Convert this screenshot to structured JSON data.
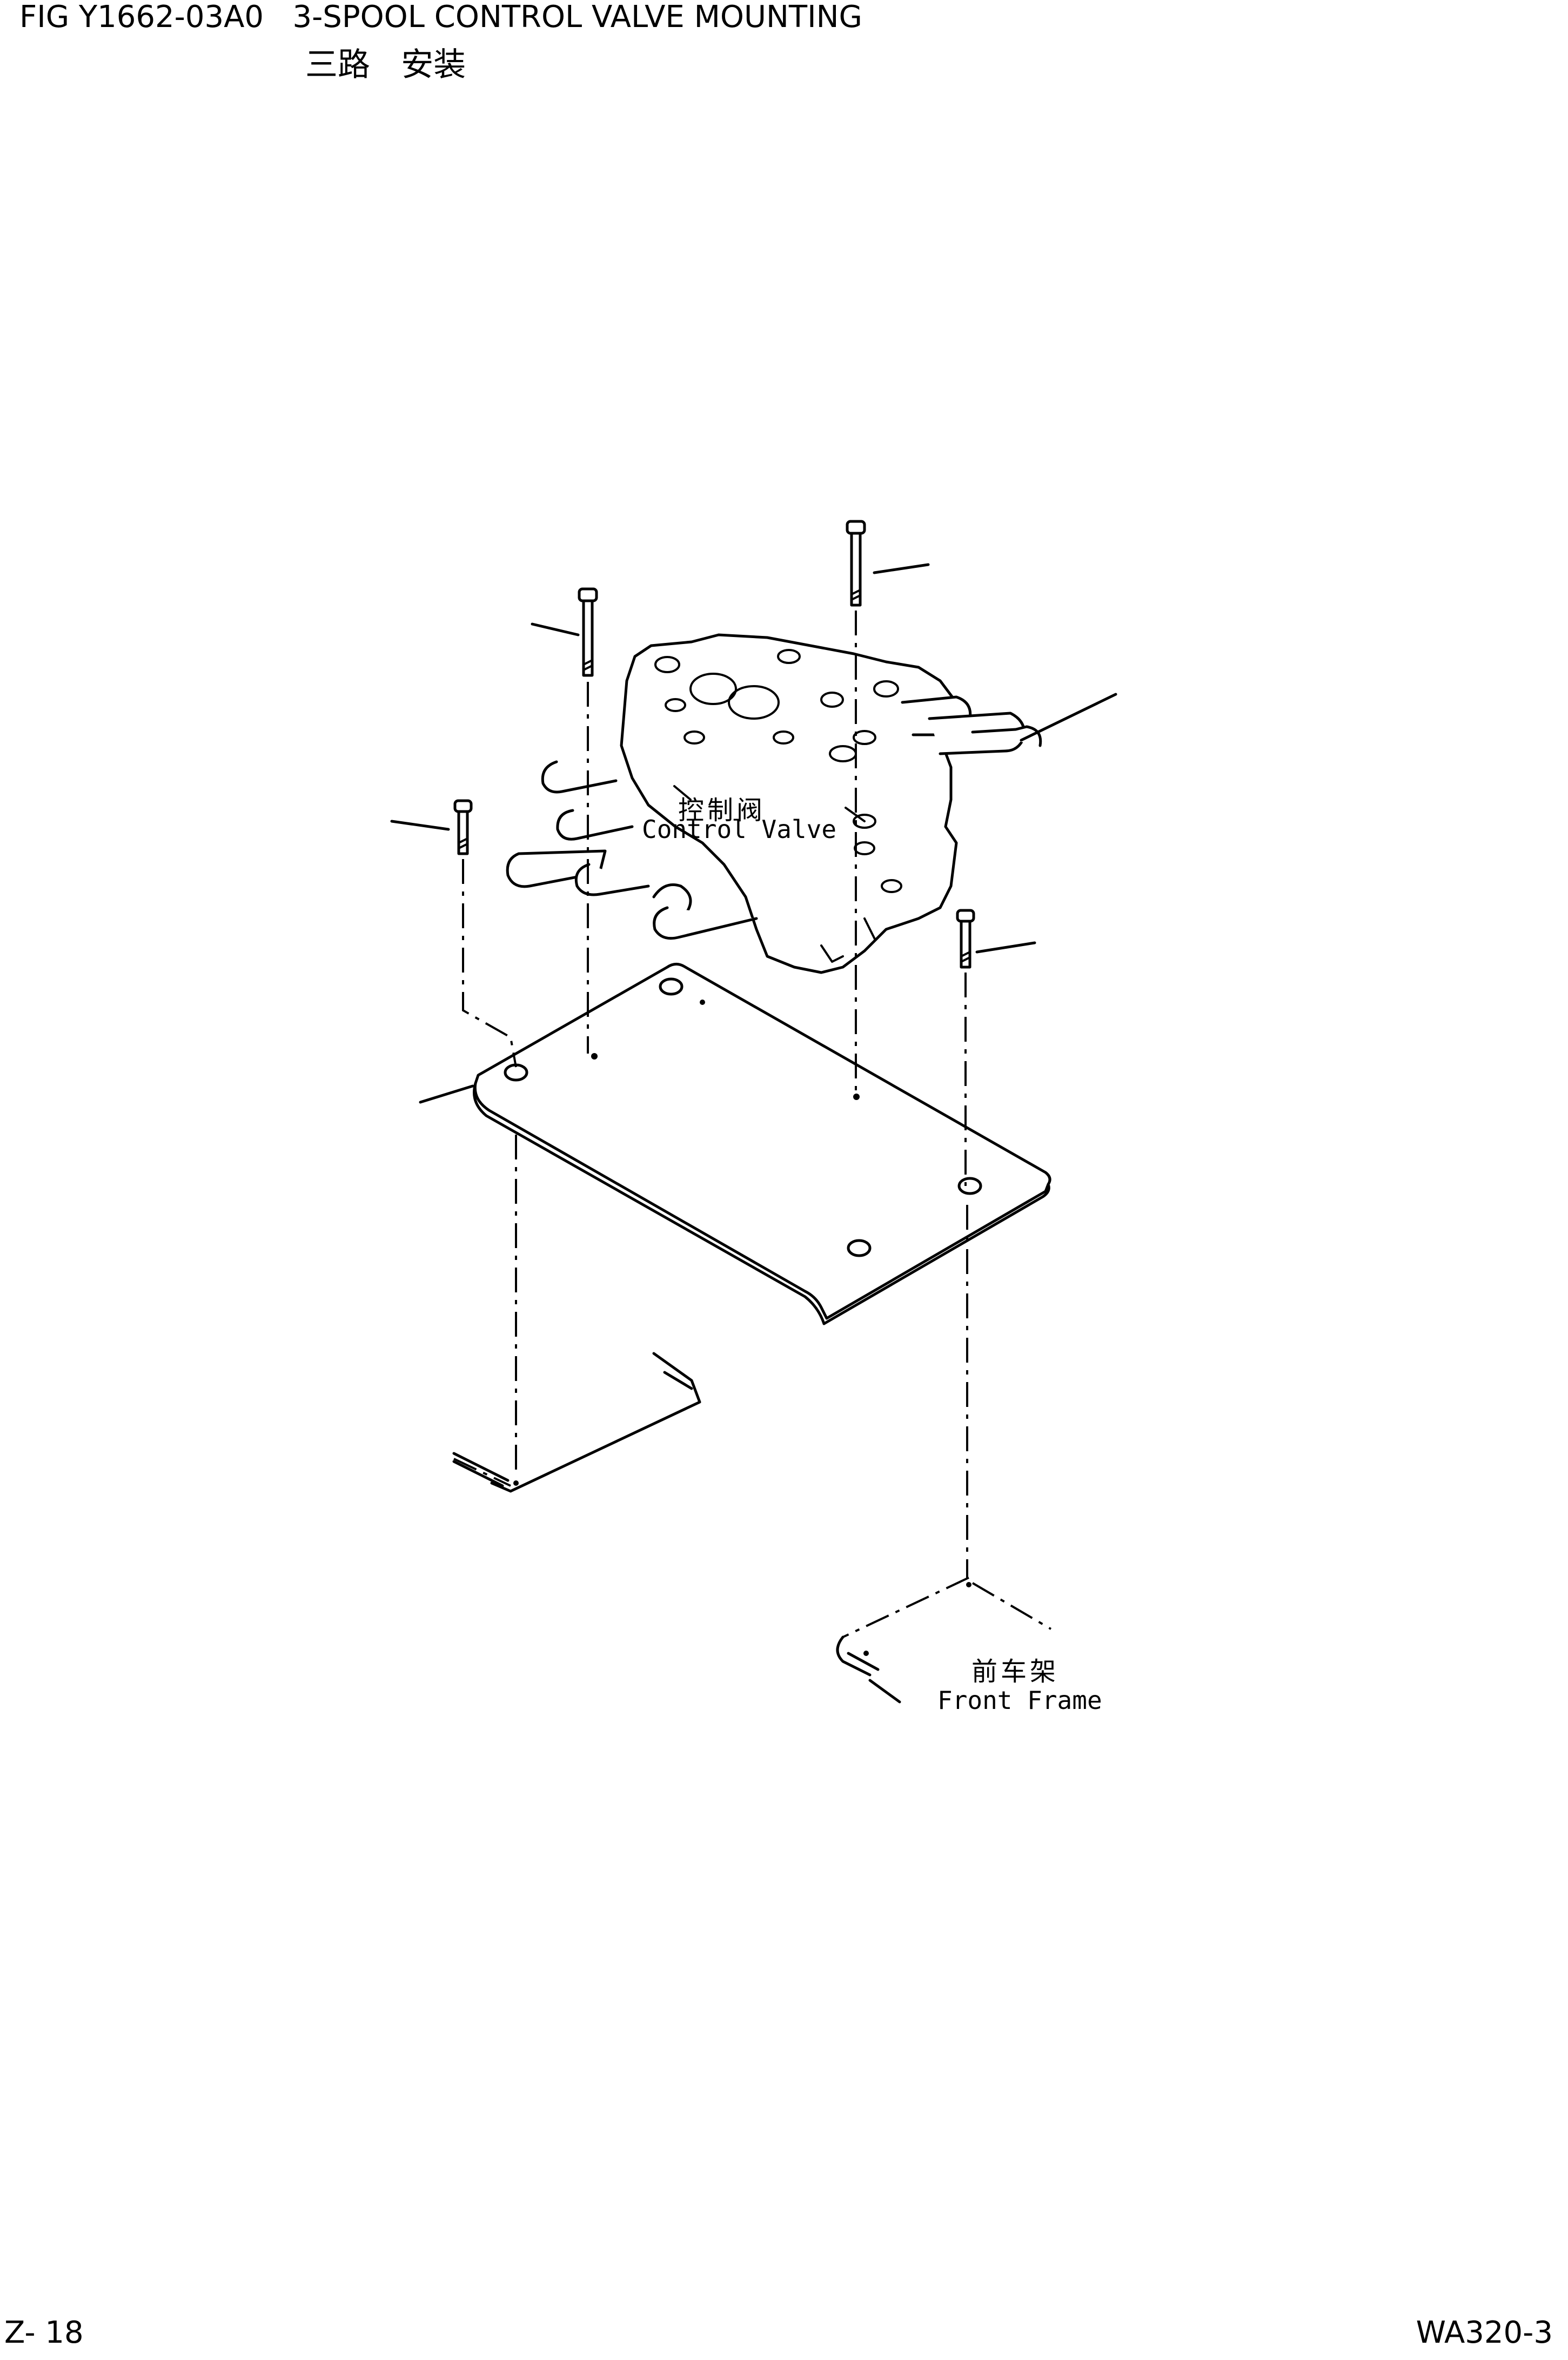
{
  "header": {
    "figure_title": "FIG Y1662-03A0   3-SPOOL CONTROL VALVE MOUNTING",
    "figure_subtitle": "三路   安装"
  },
  "labels": {
    "control_valve_cn": "控制阀",
    "control_valve_en": "Control Valve",
    "front_frame_cn": "前车架",
    "front_frame_en": "Front Frame"
  },
  "footer": {
    "page_number": "Z- 18",
    "model": "WA320-3"
  },
  "icons": [
    "bolt-icon",
    "control-valve-drawing",
    "mounting-plate-drawing",
    "front-frame-drawing"
  ]
}
